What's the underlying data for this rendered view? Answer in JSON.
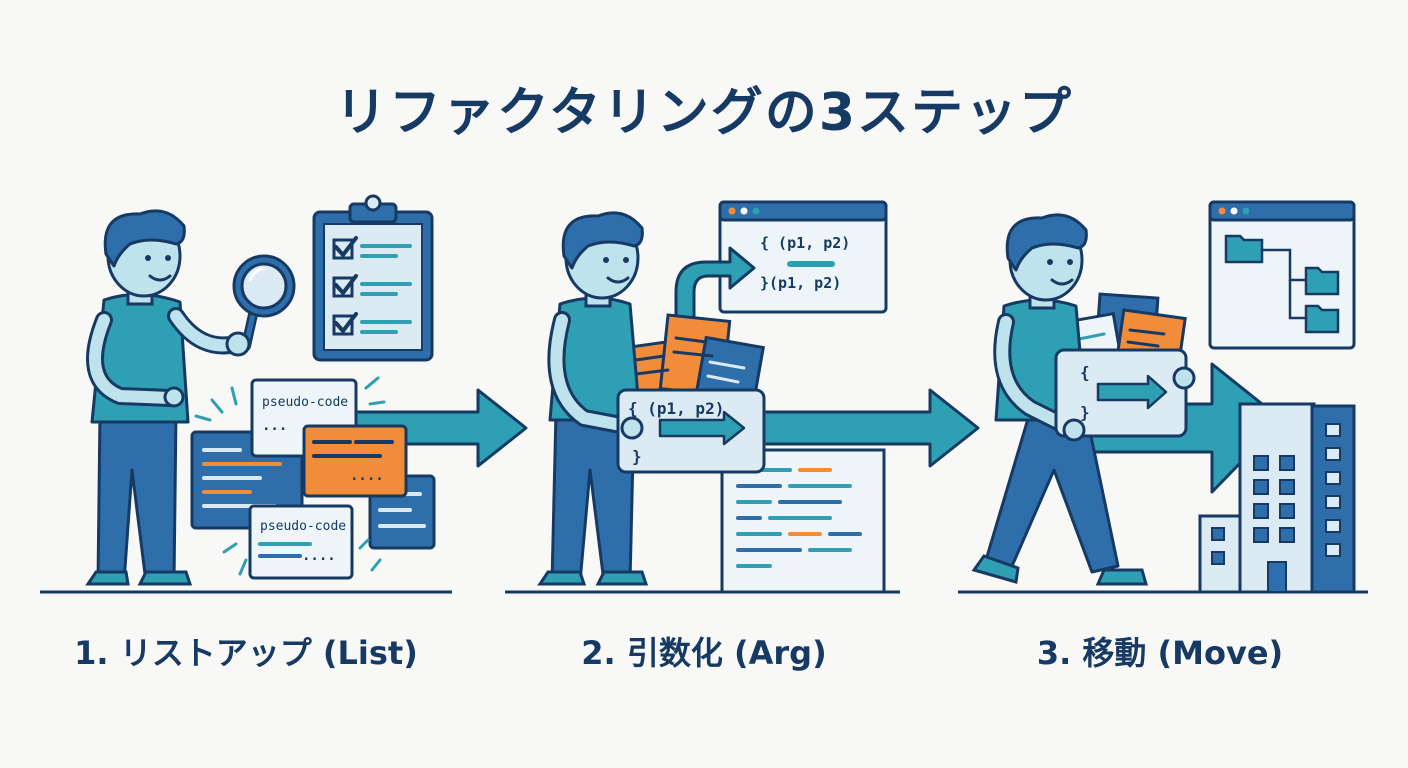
{
  "title": "リファクタリングの3ステップ",
  "colors": {
    "navy": "#163a63",
    "blue": "#2e6eaa",
    "teal": "#2f9fb3",
    "light_blue": "#dceaf3",
    "orange": "#f08c3a",
    "skin": "#bfe3ec"
  },
  "steps": [
    {
      "label": "1. リストアップ (List)",
      "doc_top_label": "pseudo-code",
      "doc_bottom_label": "pseudo-code",
      "doc_top_dots": "...",
      "doc_bottom_dots": "....",
      "code_dots": "...."
    },
    {
      "label": "2. 引数化 (Arg)",
      "window_line1": "{ (p1, p2)",
      "window_line2": "}(p1, p2)",
      "box_brace_open": "{ (p1, p2)",
      "box_brace_close": "}"
    },
    {
      "label": "3. 移動 (Move)",
      "box_brace_open": "{",
      "box_brace_close": "}"
    }
  ]
}
